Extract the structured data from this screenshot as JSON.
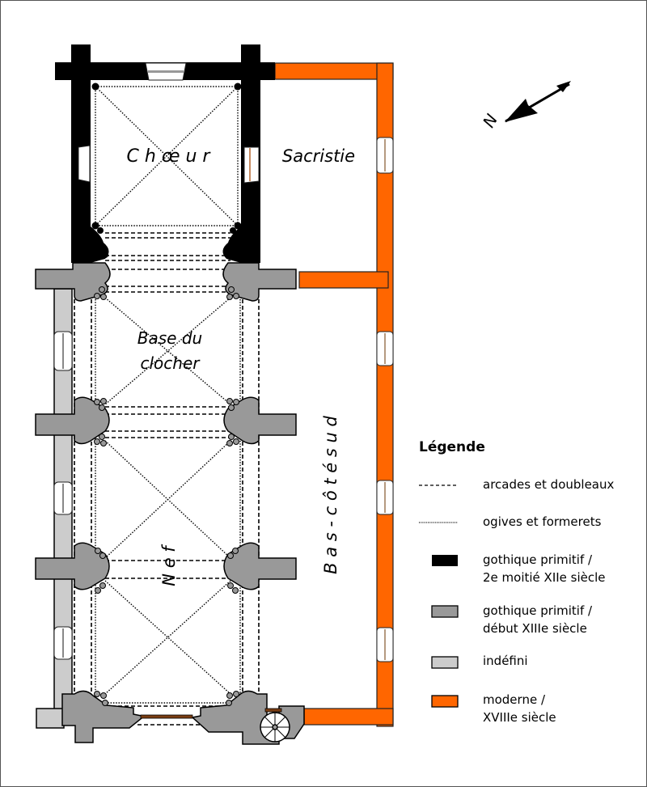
{
  "title": "Plan de l'église",
  "rooms": {
    "choeur": "C h œ u r",
    "sacristie": "Sacristie",
    "base_clocher_line1": "Base du",
    "base_clocher_line2": "clocher",
    "nef": "N e f",
    "bas_cote_sud": "B a s - c ô t é   s u d"
  },
  "north_arrow": {
    "label": "N",
    "icon": "north-arrow-icon"
  },
  "legend": {
    "title": "Légende",
    "items": [
      {
        "symbol": "dashed-line",
        "label_line1": "arcades et doubleaux",
        "label_line2": ""
      },
      {
        "symbol": "dotted-line",
        "label_line1": "ogives et formerets",
        "label_line2": ""
      },
      {
        "symbol": "swatch",
        "color": "#000000",
        "label_line1": "gothique primitif /",
        "label_line2": "2e moitié XIIe siècle"
      },
      {
        "symbol": "swatch",
        "color": "#999999",
        "label_line1": "gothique primitif /",
        "label_line2": "début XIIIe siècle"
      },
      {
        "symbol": "swatch",
        "color": "#cccccc",
        "label_line1": "indéfini",
        "label_line2": ""
      },
      {
        "symbol": "swatch",
        "color": "#ff6600",
        "label_line1": "moderne /",
        "label_line2": "XVIIIe siècle"
      }
    ]
  },
  "colors": {
    "black_period": "#000000",
    "gray_period": "#999999",
    "undefined": "#cccccc",
    "modern": "#ff6600"
  }
}
